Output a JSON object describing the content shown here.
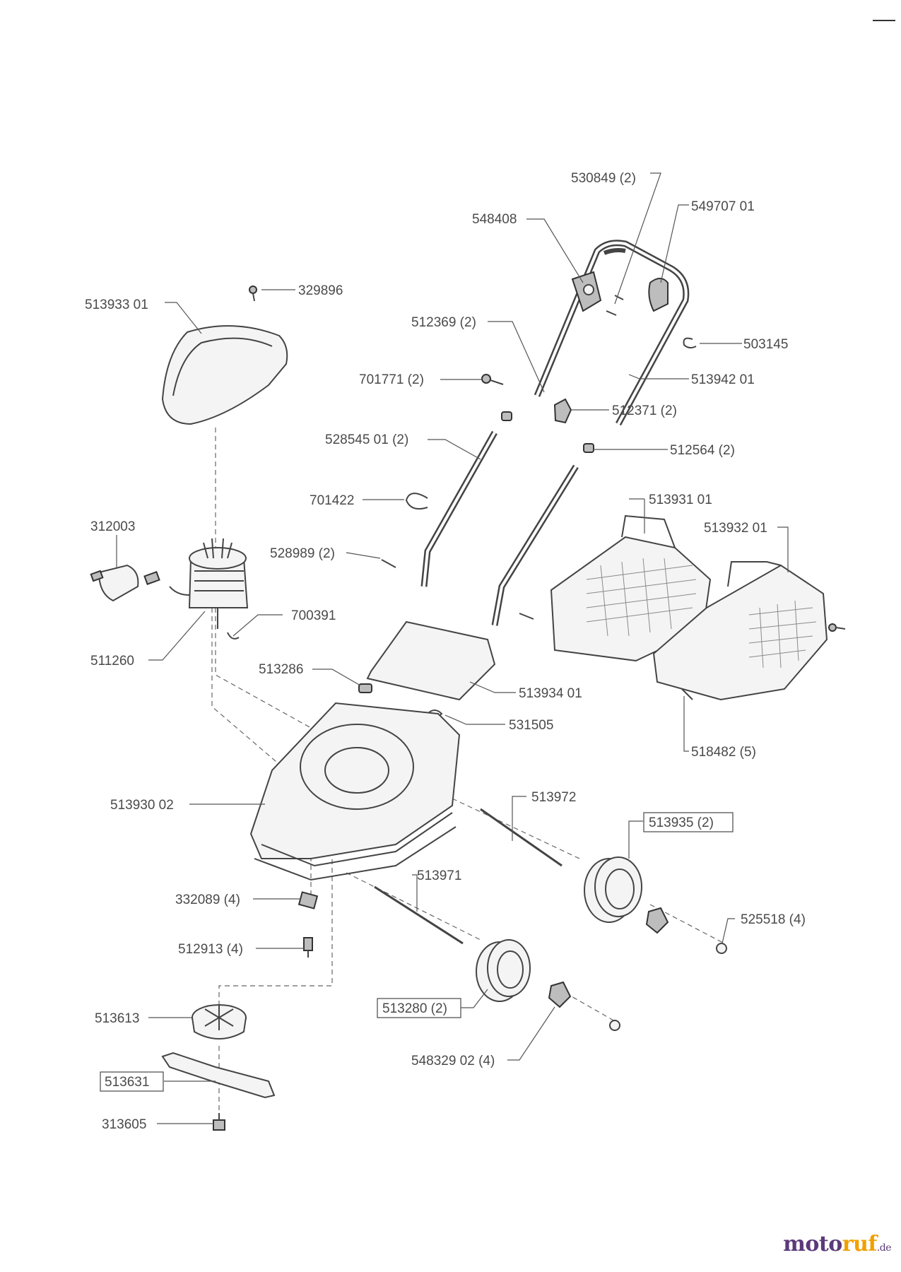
{
  "parts": {
    "p530849": "530849 (2)",
    "p548408": "548408",
    "p549707": "549707 01",
    "p329896": "329896",
    "p513933": "513933 01",
    "p512369": "512369 (2)",
    "p503145": "503145",
    "p701771": "701771 (2)",
    "p513942": "513942 01",
    "p512371": "512371 (2)",
    "p528545": "528545 01 (2)",
    "p512564": "512564 (2)",
    "p701422": "701422",
    "p513931": "513931 01",
    "p312003": "312003",
    "p513932": "513932 01",
    "p528989": "528989 (2)",
    "p700391": "700391",
    "p511260": "511260",
    "p513286": "513286",
    "p513934": "513934 01",
    "p531505": "531505",
    "p518482": "518482 (5)",
    "p513930": "513930 02",
    "p513972": "513972",
    "p513935": "513935 (2)",
    "p513971": "513971",
    "p525518": "525518 (4)",
    "p332089": "332089 (4)",
    "p512913": "512913 (4)",
    "p513613": "513613",
    "p513280": "513280 (2)",
    "p513631": "513631",
    "p548329": "548329 02 (4)",
    "p313605": "313605"
  },
  "watermark": {
    "brand_a": "moto",
    "brand_b": "ruf",
    "tld": ".de"
  }
}
